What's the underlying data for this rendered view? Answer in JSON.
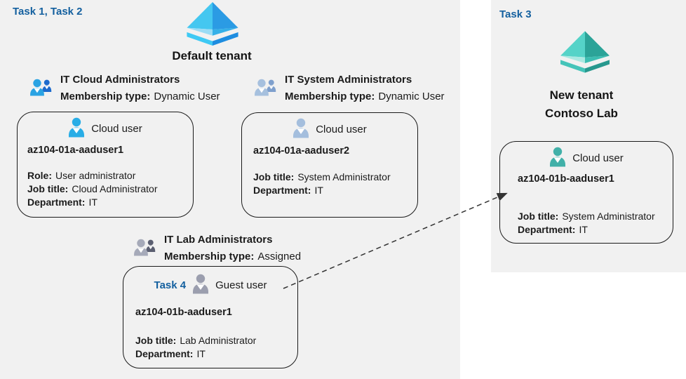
{
  "colors": {
    "panel_bg": "#f1f1f1",
    "task_label_blue": "#14609f",
    "text": "#1b1b1b",
    "azure_ad_light_blue": "#44c7f0",
    "azure_ad_dark_blue": "#2b9be4",
    "teal_light": "#55d3c8",
    "teal_dark": "#2ba398",
    "cloud_user_cyan": "#29ade6",
    "cloud_user_steel": "#a4bedd",
    "guest_user_gray": "#9b9eae",
    "cloud_user_teal": "#41b0a8"
  },
  "default_tenant": {
    "task_label": "Task 1, Task 2",
    "name": "Default tenant",
    "groups": [
      {
        "name": "IT Cloud Administrators",
        "membership_label": "Membership type:",
        "membership_value": "Dynamic User"
      },
      {
        "name": "IT System Administrators",
        "membership_label": "Membership type:",
        "membership_value": "Dynamic User"
      },
      {
        "name": "IT Lab Administrators",
        "membership_label": "Membership type:",
        "membership_value": "Assigned"
      }
    ],
    "users": [
      {
        "type": "Cloud user",
        "name": "az104-01a-aaduser1",
        "role_label": "Role:",
        "role": "User administrator",
        "job_label": "Job title:",
        "job": "Cloud Administrator",
        "dept_label": "Department:",
        "dept": "IT"
      },
      {
        "type": "Cloud user",
        "name": "az104-01a-aaduser2",
        "job_label": "Job title:",
        "job": "System Administrator",
        "dept_label": "Department:",
        "dept": "IT"
      },
      {
        "task_label": "Task 4",
        "type": "Guest user",
        "name": "az104-01b-aaduser1",
        "job_label": "Job title:",
        "job": "Lab Administrator",
        "dept_label": "Department:",
        "dept": "IT"
      }
    ]
  },
  "new_tenant": {
    "task_label": "Task 3",
    "name_line1": "New tenant",
    "name_line2": "Contoso Lab",
    "user": {
      "type": "Cloud user",
      "name": "az104-01b-aaduser1",
      "job_label": "Job title:",
      "job": "System Administrator",
      "dept_label": "Department:",
      "dept": "IT"
    }
  }
}
